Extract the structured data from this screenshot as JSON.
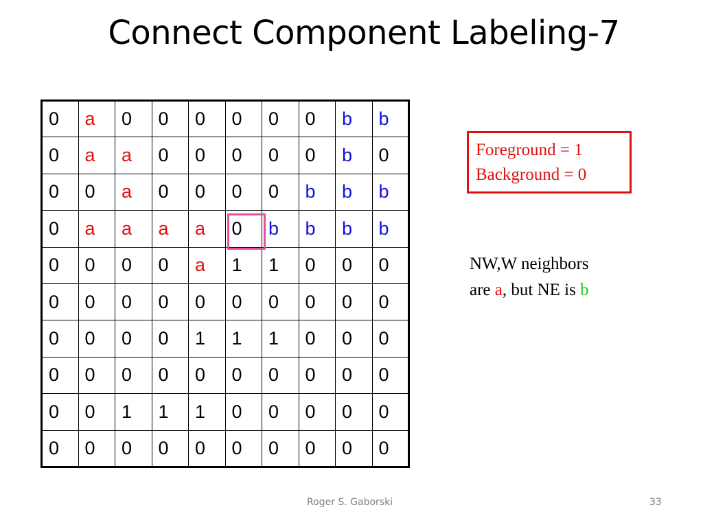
{
  "slide": {
    "title": "Connect Component Labeling-7"
  },
  "grid": {
    "rows": [
      [
        "0",
        "a",
        "0",
        "0",
        "0",
        "0",
        "0",
        "0",
        "b",
        "b"
      ],
      [
        "0",
        "a",
        "a",
        "0",
        "0",
        "0",
        "0",
        "0",
        "b",
        "0"
      ],
      [
        "0",
        "0",
        "a",
        "0",
        "0",
        "0",
        "0",
        "b",
        "b",
        "b"
      ],
      [
        "0",
        "a",
        "a",
        "a",
        "a",
        "0",
        "b",
        "b",
        "b",
        "b"
      ],
      [
        "0",
        "0",
        "0",
        "0",
        "a",
        "1",
        "1",
        "0",
        "0",
        "0"
      ],
      [
        "0",
        "0",
        "0",
        "0",
        "0",
        "0",
        "0",
        "0",
        "0",
        "0"
      ],
      [
        "0",
        "0",
        "0",
        "0",
        "1",
        "1",
        "1",
        "0",
        "0",
        "0"
      ],
      [
        "0",
        "0",
        "0",
        "0",
        "0",
        "0",
        "0",
        "0",
        "0",
        "0"
      ],
      [
        "0",
        "0",
        "1",
        "1",
        "1",
        "0",
        "0",
        "0",
        "0",
        "0"
      ],
      [
        "0",
        "0",
        "0",
        "0",
        "0",
        "0",
        "0",
        "0",
        "0",
        "0"
      ]
    ],
    "highlighted_cell": {
      "row": 3,
      "col": 5
    }
  },
  "legend": {
    "foreground": "Foreground = 1",
    "background": "Background = 0"
  },
  "note": {
    "part1": "NW,W neighbors",
    "part2": "are ",
    "label_a": "a",
    "part3": ", but NE is ",
    "label_b": "b"
  },
  "colors": {
    "label_a": "#e01010",
    "label_b": "#1010e0",
    "note_b": "#22cc22",
    "highlight": "#e8509a",
    "legend_border": "#e01010"
  },
  "footer": {
    "author": "Roger S. Gaborski",
    "page": "33"
  }
}
